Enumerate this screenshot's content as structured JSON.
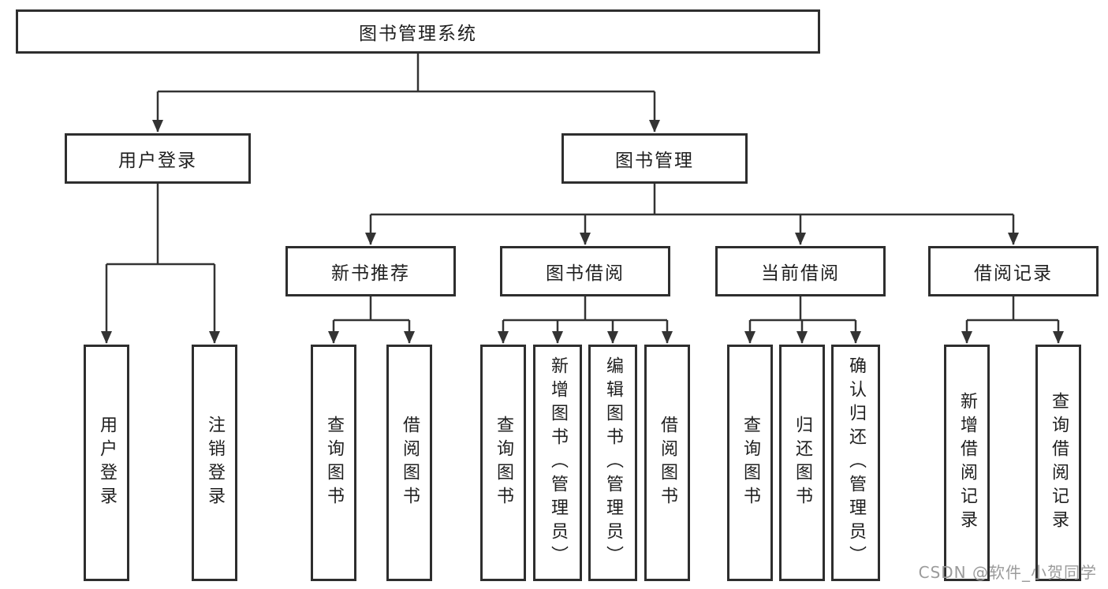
{
  "colors": {
    "line": "#333333",
    "box_border": "#2e2e2e",
    "text": "#1f1f1f",
    "watermark_text": "#9b9b9b",
    "background": "#ffffff"
  },
  "root": {
    "label": "图书管理系统"
  },
  "branches": [
    {
      "label": "用户登录",
      "children": [
        {
          "label": "用户登录"
        },
        {
          "label": "注销登录"
        }
      ]
    },
    {
      "label": "图书管理",
      "children": [
        {
          "label": "新书推荐",
          "children": [
            {
              "label": "查询图书"
            },
            {
              "label": "借阅图书"
            }
          ]
        },
        {
          "label": "图书借阅",
          "children": [
            {
              "label": "查询图书"
            },
            {
              "label": "新增图书（管理员）"
            },
            {
              "label": "编辑图书（管理员）"
            },
            {
              "label": "借阅图书"
            }
          ]
        },
        {
          "label": "当前借阅",
          "children": [
            {
              "label": "查询图书"
            },
            {
              "label": "归还图书"
            },
            {
              "label": "确认归还（管理员）"
            }
          ]
        },
        {
          "label": "借阅记录",
          "children": [
            {
              "label": "新增借阅记录"
            },
            {
              "label": "查询借阅记录"
            }
          ]
        }
      ]
    }
  ],
  "watermark": {
    "text": "CSDN @软件_小贺同学"
  }
}
